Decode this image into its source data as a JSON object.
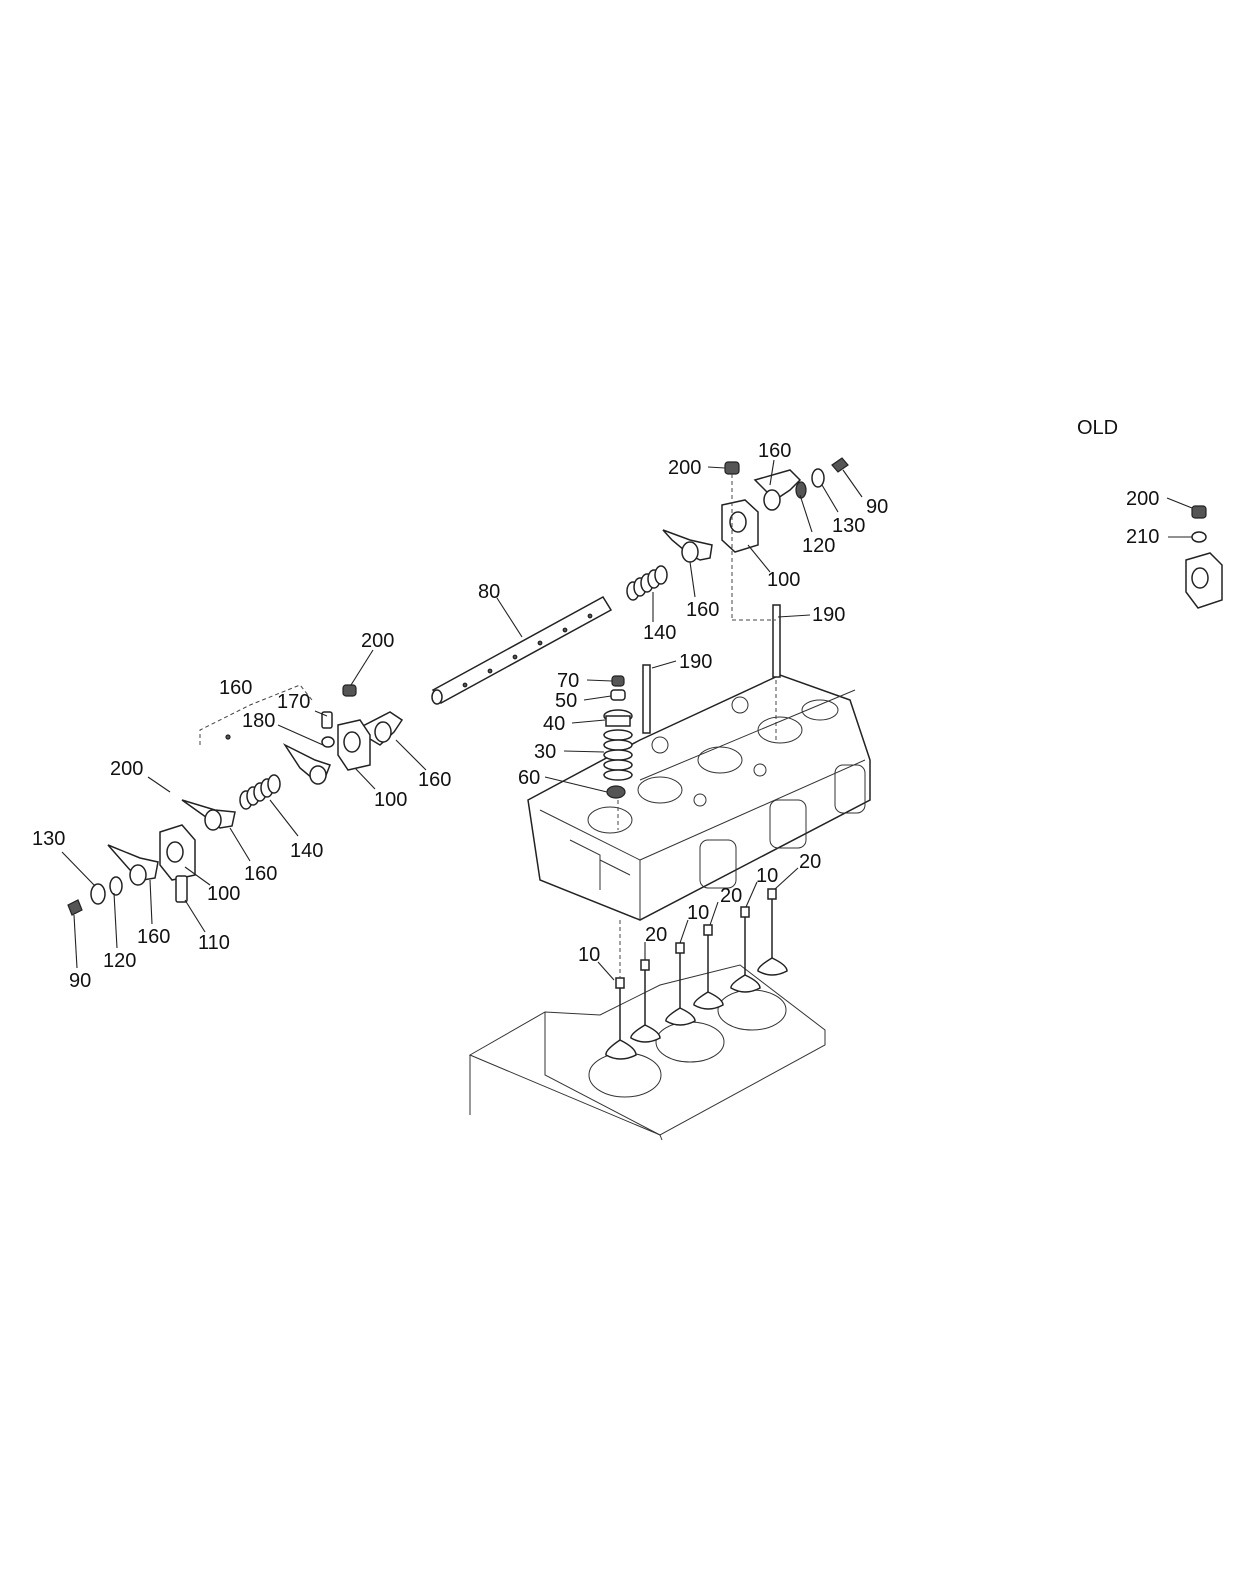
{
  "diagram": {
    "variant_label": "OLD",
    "callouts": [
      {
        "id": "c-200-top",
        "text": "200"
      },
      {
        "id": "c-160-top",
        "text": "160"
      },
      {
        "id": "c-90-top",
        "text": "90"
      },
      {
        "id": "c-130-top",
        "text": "130"
      },
      {
        "id": "c-120-top",
        "text": "120"
      },
      {
        "id": "c-100-top",
        "text": "100"
      },
      {
        "id": "c-160-mid",
        "text": "160"
      },
      {
        "id": "c-140-top",
        "text": "140"
      },
      {
        "id": "c-80",
        "text": "80"
      },
      {
        "id": "c-190-a",
        "text": "190"
      },
      {
        "id": "c-190-b",
        "text": "190"
      },
      {
        "id": "c-70",
        "text": "70"
      },
      {
        "id": "c-50",
        "text": "50"
      },
      {
        "id": "c-40",
        "text": "40"
      },
      {
        "id": "c-30",
        "text": "30"
      },
      {
        "id": "c-60",
        "text": "60"
      },
      {
        "id": "c-200-mid",
        "text": "200"
      },
      {
        "id": "c-160-left",
        "text": "160"
      },
      {
        "id": "c-170",
        "text": "170"
      },
      {
        "id": "c-180",
        "text": "180"
      },
      {
        "id": "c-160-r2",
        "text": "160"
      },
      {
        "id": "c-100-mid",
        "text": "100"
      },
      {
        "id": "c-200-left",
        "text": "200"
      },
      {
        "id": "c-140-left",
        "text": "140"
      },
      {
        "id": "c-160-low",
        "text": "160"
      },
      {
        "id": "c-100-low",
        "text": "100"
      },
      {
        "id": "c-130-left",
        "text": "130"
      },
      {
        "id": "c-160-bl",
        "text": "160"
      },
      {
        "id": "c-110",
        "text": "110"
      },
      {
        "id": "c-120-left",
        "text": "120"
      },
      {
        "id": "c-90-left",
        "text": "90"
      },
      {
        "id": "c-10-a",
        "text": "10"
      },
      {
        "id": "c-20-a",
        "text": "20"
      },
      {
        "id": "c-10-b",
        "text": "10"
      },
      {
        "id": "c-20-b",
        "text": "20"
      },
      {
        "id": "c-10-c",
        "text": "10"
      },
      {
        "id": "c-20-c",
        "text": "20"
      },
      {
        "id": "c-200-old",
        "text": "200"
      },
      {
        "id": "c-210-old",
        "text": "210"
      }
    ]
  }
}
